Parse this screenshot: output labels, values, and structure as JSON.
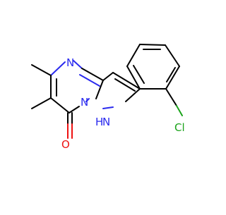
{
  "molecule": {
    "atom_labels": {
      "n_ring_top": "N",
      "n_bridge": "N",
      "nh_n": "N",
      "nh_h": "H",
      "carbonyl_o": "O",
      "chloro": "Cl"
    },
    "colors": {
      "carbon_bond": "#000000",
      "nitrogen": "#2a2aee",
      "oxygen": "#ee1111",
      "chlorine": "#1aa31a",
      "background": "#ffffff"
    }
  }
}
